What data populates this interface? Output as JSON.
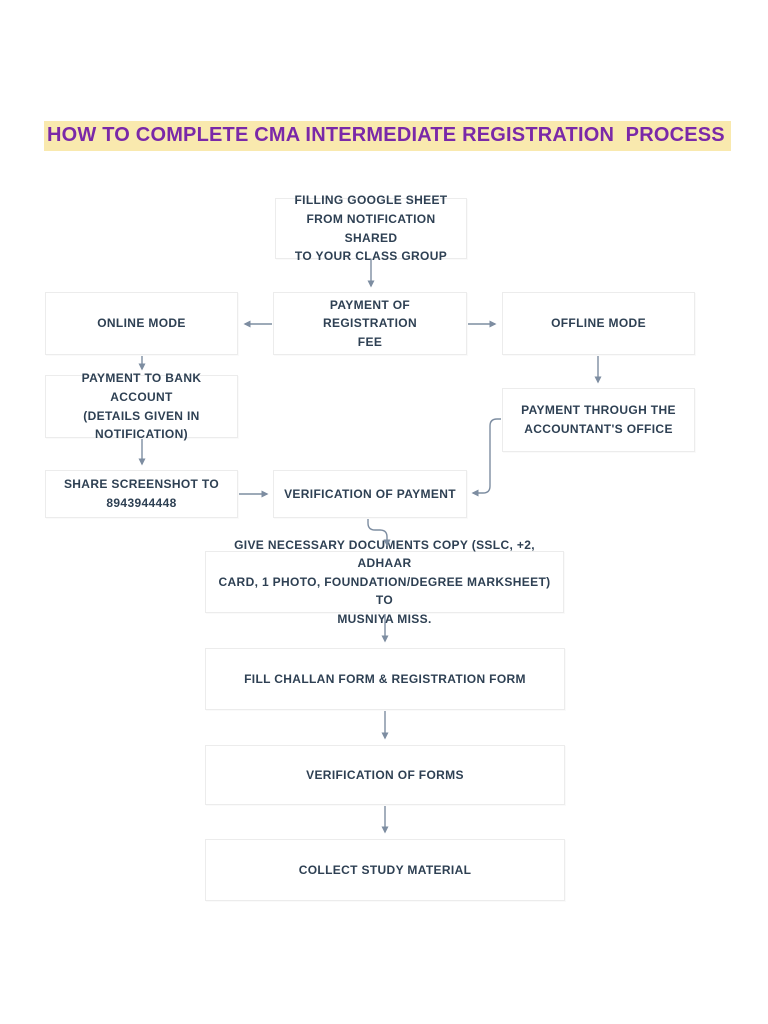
{
  "page": {
    "title": "HOW TO COMPLETE CMA INTERMEDIATE REGISTRATION  PROCESS"
  },
  "colors": {
    "title_text": "#7a28a8",
    "title_highlight": "#f9e9ae",
    "box_text": "#2e4053",
    "box_border": "#ececec",
    "connector": "#7d8da1",
    "page_background": "#ffffff"
  },
  "flowchart": {
    "nodes": {
      "filling_google_sheet": {
        "label": "FILLING  GOOGLE SHEET\nFROM NOTIFICATION SHARED\nTO YOUR CLASS GROUP"
      },
      "online_mode": {
        "label": "ONLINE MODE"
      },
      "payment_of_registration_fee": {
        "label": "PAYMENT OF REGISTRATION\nFEE"
      },
      "offline_mode": {
        "label": "OFFLINE MODE"
      },
      "payment_to_bank_account": {
        "label": "PAYMENT TO BANK ACCOUNT\n(DETAILS GIVEN IN\nNOTIFICATION)"
      },
      "payment_through_accountants_office": {
        "label": "PAYMENT THROUGH THE\nACCOUNTANT'S OFFICE"
      },
      "share_screenshot": {
        "line1": "SHARE SCREENSHOT  TO",
        "line2": "8943944448"
      },
      "verification_of_payment": {
        "label": "VERIFICATION OF PAYMENT"
      },
      "give_documents": {
        "label": "GIVE NECESSARY DOCUMENTS COPY (SSLC, +2, ADHAAR\nCARD, 1 PHOTO, FOUNDATION/DEGREE MARKSHEET) TO\nMUSNIYA MISS."
      },
      "fill_challan_registration_form": {
        "label": "FILL CHALLAN FORM & REGISTRATION FORM"
      },
      "verification_of_forms": {
        "label": "VERIFICATION OF FORMS"
      },
      "collect_study_material": {
        "label": "COLLECT STUDY MATERIAL"
      }
    }
  }
}
